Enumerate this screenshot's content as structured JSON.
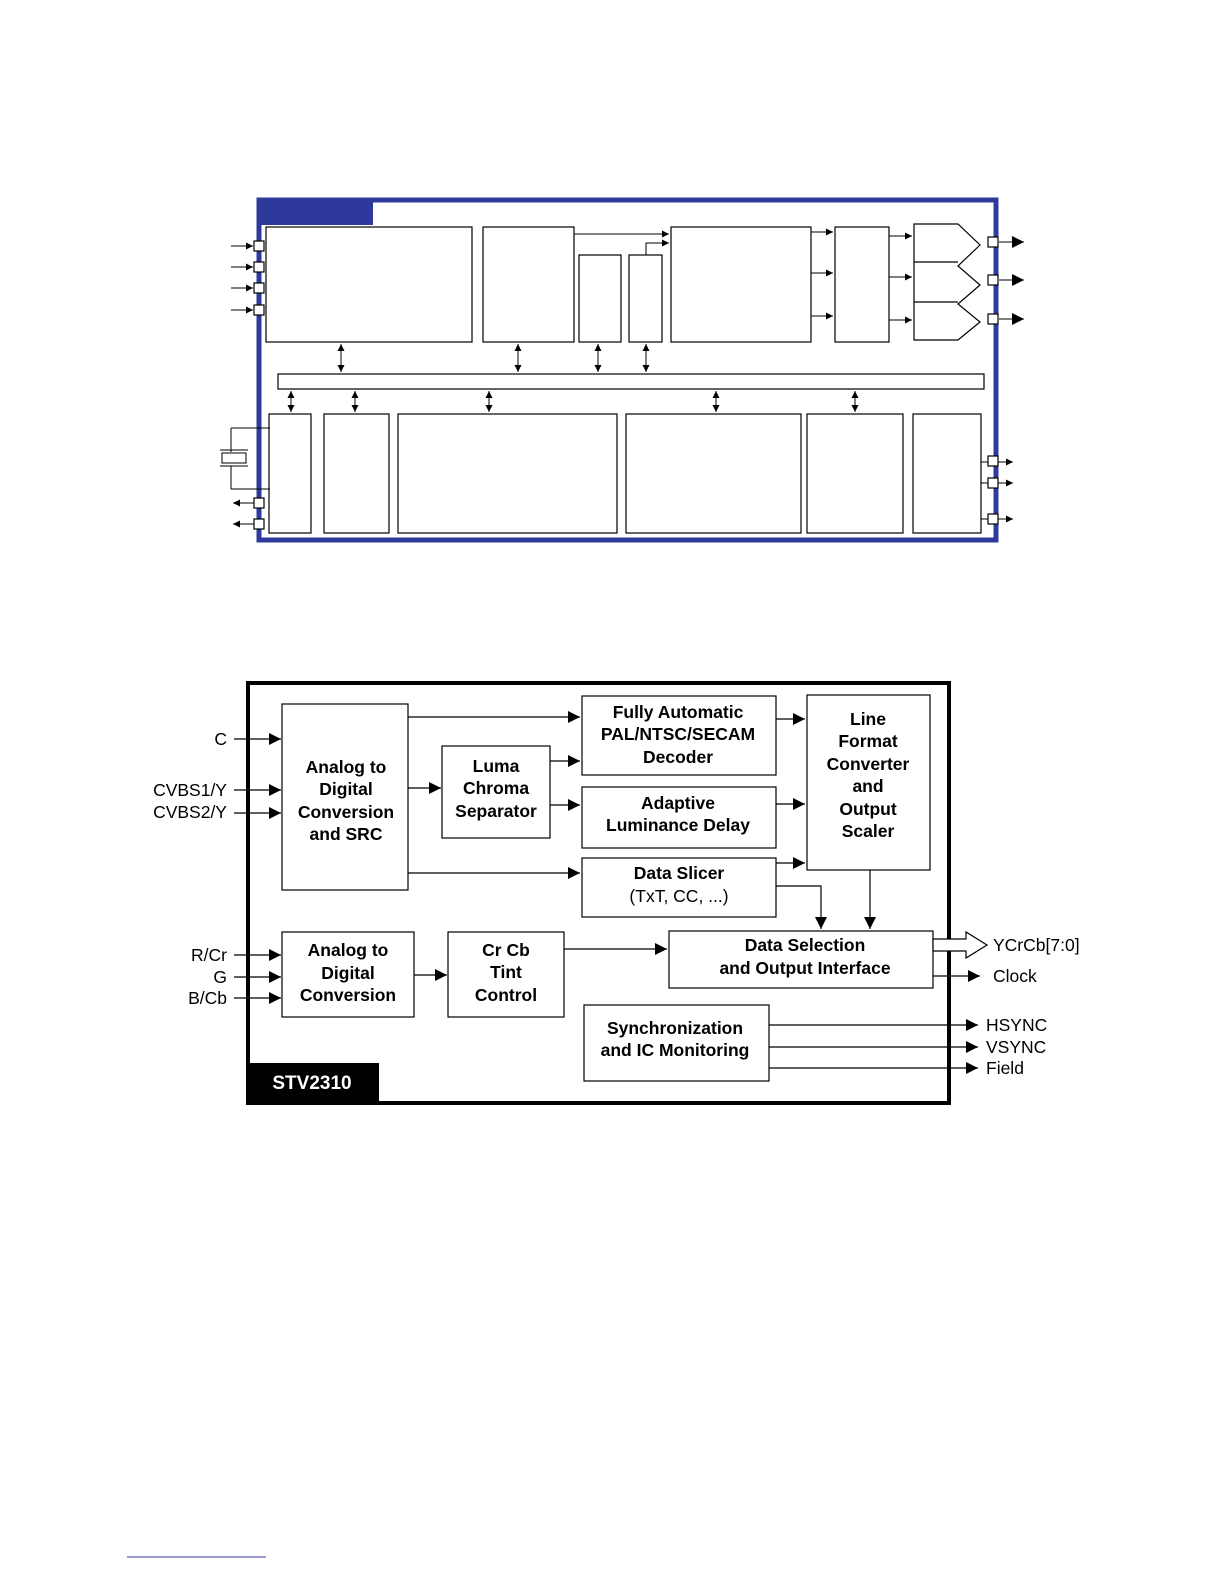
{
  "colors": {
    "top_frame": "#2e3a9b",
    "line": "#000000",
    "background": "#ffffff"
  },
  "diagram": {
    "chip_label": "STV2310",
    "blocks": {
      "adc_src": [
        "Analog to",
        "Digital",
        "Conversion",
        "and SRC"
      ],
      "luma_chroma": [
        "Luma",
        "Chroma",
        "Separator"
      ],
      "decoder": [
        "Fully Automatic",
        "PAL/NTSC/SECAM",
        "Decoder"
      ],
      "luma_delay": [
        "Adaptive",
        "Luminance Delay"
      ],
      "data_slicer": [
        "Data Slicer",
        "(TxT, CC, ...)"
      ],
      "line_format": [
        "Line",
        "Format",
        "Converter",
        "and",
        "Output",
        "Scaler"
      ],
      "adc_rgb": [
        "Analog to",
        "Digital",
        "Conversion"
      ],
      "crcb_tint": [
        "Cr Cb",
        "Tint",
        "Control"
      ],
      "data_selection": [
        "Data Selection",
        "and Output Interface"
      ],
      "sync": [
        "Synchronization",
        "and IC Monitoring"
      ]
    },
    "inputs": [
      "C",
      "CVBS1/Y",
      "CVBS2/Y",
      "R/Cr",
      "G",
      "B/Cb"
    ],
    "outputs": [
      "YCrCb[7:0]",
      "Clock",
      "HSYNC",
      "VSYNC",
      "Field"
    ]
  }
}
